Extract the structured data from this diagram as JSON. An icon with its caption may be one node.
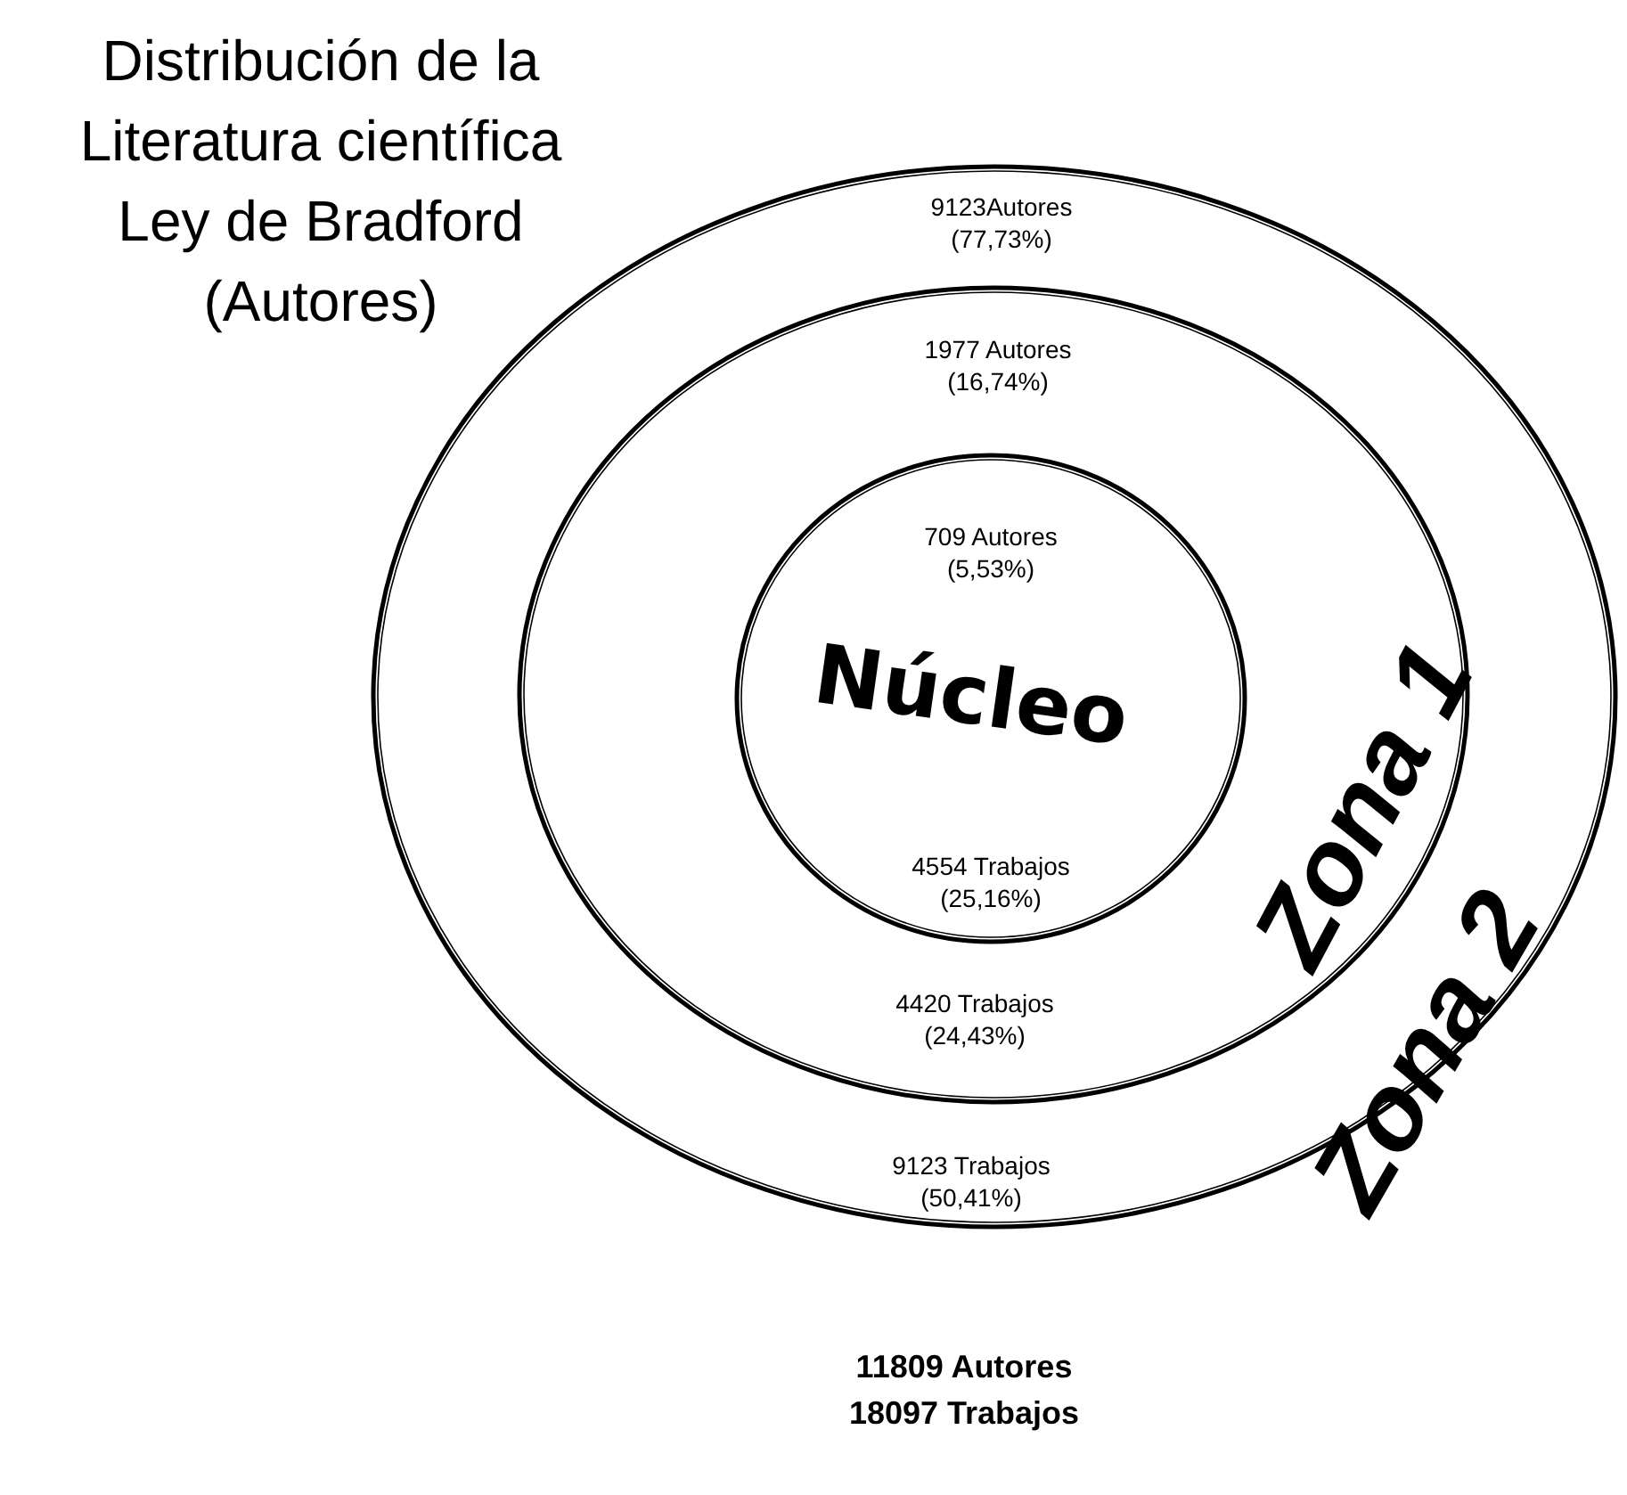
{
  "diagram": {
    "title": "Distribución de la Literatura científica Ley de Bradford (Autores)",
    "nodes": [
      {
        "text": [
          "9123Autores (77,73%)",
          "Zona 2",
          "9123 Trabajos (50,41%)"
        ]
      },
      {
        "text": [
          "1977 Autores (16,74%)",
          "Zona 1",
          "4420 Trabajos (24,43%)"
        ],
        "in": 0
      },
      {
        "text": [
          "709 Autores (5,53%)",
          "Núcleo",
          "4554 Trabajos (25,16%)"
        ],
        "in": 1
      }
    ],
    "labels": [
      "11809 Autores",
      "18097 Trabajos"
    ]
  }
}
